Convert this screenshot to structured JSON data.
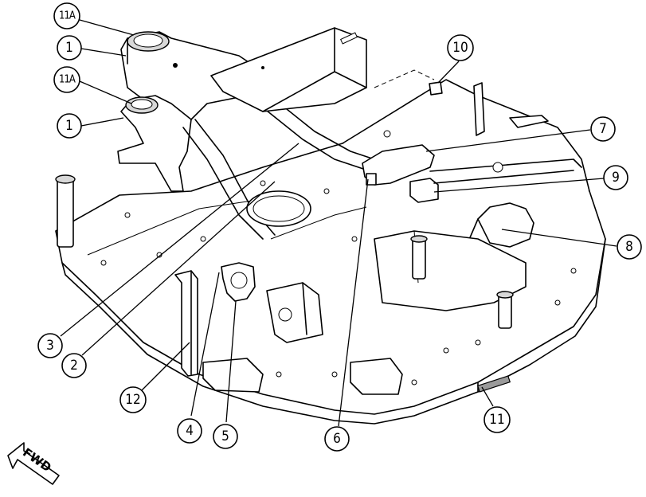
{
  "callouts": [
    {
      "id": "c1a-top",
      "label": "11A"
    },
    {
      "id": "c1-top",
      "label": "1"
    },
    {
      "id": "c1a-mid",
      "label": "11A"
    },
    {
      "id": "c1-mid",
      "label": "1"
    },
    {
      "id": "c10",
      "label": "10"
    },
    {
      "id": "c7",
      "label": "7"
    },
    {
      "id": "c9",
      "label": "9"
    },
    {
      "id": "c8",
      "label": "8"
    },
    {
      "id": "c3",
      "label": "3"
    },
    {
      "id": "c2",
      "label": "2"
    },
    {
      "id": "c12",
      "label": "12"
    },
    {
      "id": "c4",
      "label": "4"
    },
    {
      "id": "c5",
      "label": "5"
    },
    {
      "id": "c6",
      "label": "6"
    },
    {
      "id": "c11",
      "label": "11"
    }
  ],
  "direction_marker": {
    "label": "FWD",
    "icon": "forward-arrow-icon"
  }
}
